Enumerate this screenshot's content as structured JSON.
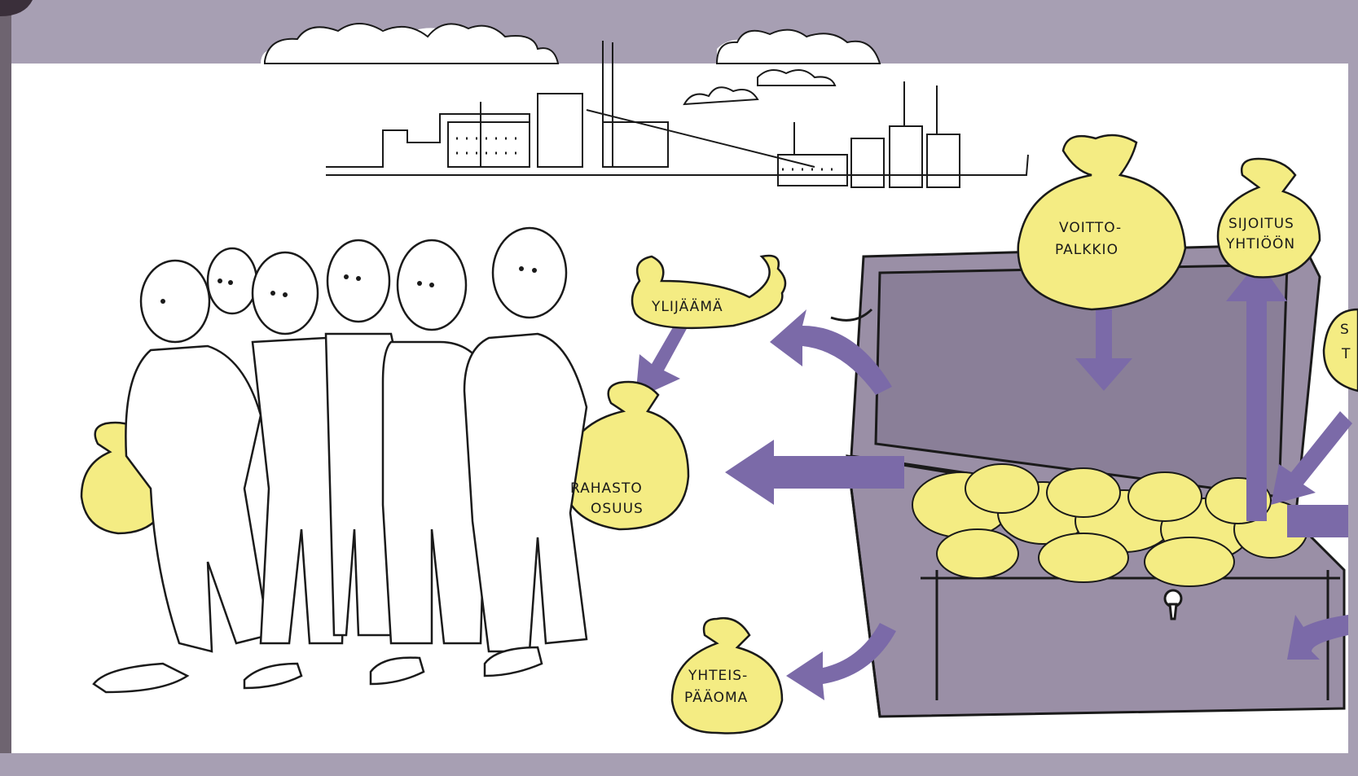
{
  "labels": {
    "ylijaama": "YLIJÄÄMÄ",
    "rahasto_line1": "RAHASTO",
    "rahasto_line2": "OSUUS",
    "voitto_line1": "VOITTO-",
    "voitto_line2": "PALKKIO",
    "sijoitus_line1": "SIJOITUS",
    "sijoitus_line2": "YHTIÖÖN",
    "edge_line1": "S",
    "edge_line2": "T",
    "yhteis_line1": "YHTEIS-",
    "yhteis_line2": "PÄÄOMA"
  },
  "colors": {
    "band": "#a79fb3",
    "chest": "#9a8fa6",
    "chest_dark": "#7f7490",
    "bag": "#f4ec83",
    "arrow": "#7b6aa8",
    "ink": "#1a1a1a",
    "left_edge": "#6e6470"
  },
  "icons": [
    "factory-icon",
    "cloud-icon",
    "money-bag-icon",
    "arrow-icon",
    "treasure-chest-icon",
    "person-icon"
  ]
}
